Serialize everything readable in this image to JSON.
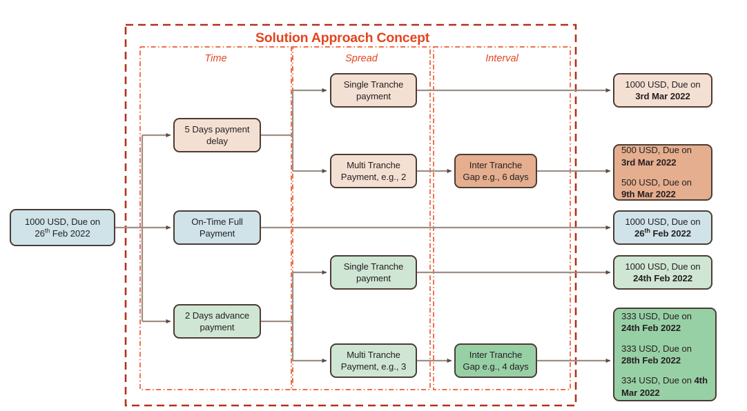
{
  "title": "Solution Approach Concept",
  "columns": [
    {
      "label": "Time"
    },
    {
      "label": "Spread"
    },
    {
      "label": "Interval"
    }
  ],
  "input": {
    "amount_line": "1000 USD, Due on",
    "date_line": "26th Feb 2022",
    "color": "#cfe3e9"
  },
  "time_nodes": [
    {
      "line1": "5 Days payment",
      "line2": "delay",
      "color": "#f4e0d3"
    },
    {
      "line1": "On-Time Full",
      "line2": "Payment",
      "color": "#cfe3e9"
    },
    {
      "line1": "2 Days advance",
      "line2": "payment",
      "color": "#cfe6d4"
    }
  ],
  "spread_nodes": [
    {
      "line1": "Single Tranche",
      "line2": "payment",
      "color": "#f4e0d3"
    },
    {
      "line1": "Multi Tranche",
      "line2": "Payment, e.g., 2",
      "color": "#f4e0d3"
    },
    {
      "line1": "Single Tranche",
      "line2": "payment",
      "color": "#cfe6d4"
    },
    {
      "line1": "Multi Tranche",
      "line2": "Payment, e.g., 3",
      "color": "#cfe6d4"
    }
  ],
  "interval_nodes": [
    {
      "line1": "Inter Tranche",
      "line2": "Gap e.g., 6 days",
      "color": "#e5ae8e"
    },
    {
      "line1": "Inter Tranche",
      "line2": "Gap e.g., 4 days",
      "color": "#98d0a5"
    }
  ],
  "outputs": [
    {
      "id": "out-1000-3rd-mar",
      "color": "#f4e0d3",
      "align": "center",
      "lines": [
        {
          "normal": "1000 USD, Due on",
          "bold": ""
        },
        {
          "normal": "",
          "bold": "3rd Mar 2022"
        }
      ]
    },
    {
      "id": "out-500-split",
      "color": "#e5ae8e",
      "align": "left",
      "lines": [
        {
          "normal": "500 USD, Due on ",
          "bold": "3rd Mar 2022"
        },
        {
          "normal": "500 USD, Due on ",
          "bold": "9th Mar 2022"
        }
      ]
    },
    {
      "id": "out-1000-26th-feb",
      "color": "#cfe3e9",
      "align": "center",
      "lines": [
        {
          "normal": "1000 USD, Due on",
          "bold": ""
        },
        {
          "normal": "",
          "bold": "26th Feb 2022"
        }
      ]
    },
    {
      "id": "out-1000-24th-feb",
      "color": "#cfe6d4",
      "align": "center",
      "lines": [
        {
          "normal": "1000 USD, Due on",
          "bold": ""
        },
        {
          "normal": "",
          "bold": "24th Feb 2022"
        }
      ]
    },
    {
      "id": "out-333-split",
      "color": "#98d0a5",
      "align": "left",
      "lines": [
        {
          "normal": "333 USD, Due on ",
          "bold": "24th Feb 2022"
        },
        {
          "normal": "333 USD, Due on ",
          "bold": "28th Feb 2022"
        },
        {
          "normal": "334 USD, Due on ",
          "bold": "4th Mar 2022"
        }
      ]
    }
  ],
  "colors": {
    "accent_red": "#e2451f",
    "outer_border": "#b4301a",
    "connector": "#9c8e86",
    "node_stroke": "#4a3b33"
  }
}
